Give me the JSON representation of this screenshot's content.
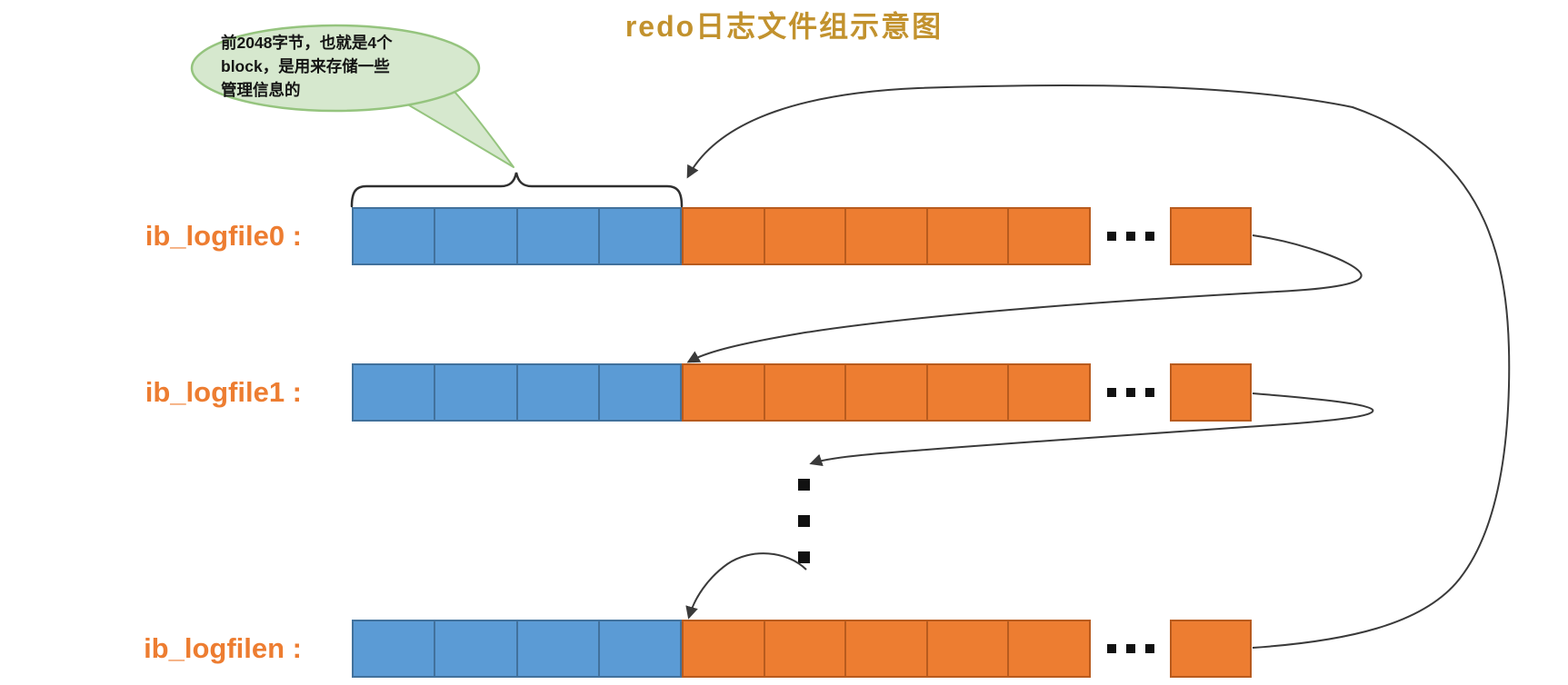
{
  "title": {
    "text": "redo日志文件组示意图"
  },
  "callout": {
    "line1": "前2048字节，也就是4个",
    "line2": "block，是用来存储一些",
    "line3": "管理信息的"
  },
  "rows": [
    {
      "label": "ib_logfile0 :"
    },
    {
      "label": "ib_logfile1 :"
    },
    {
      "label": "ib_logfilen :"
    }
  ],
  "blocks": {
    "blue_per_row": 4,
    "orange_before_ellipsis": 5,
    "orange_after_ellipsis": 1,
    "row_ellipsis": "...",
    "vertical_ellipsis_dots": 3
  },
  "colors": {
    "title": "#C2922E",
    "label": "#ED7D31",
    "blue_fill": "#5B9BD5",
    "blue_border": "#41719C",
    "orange_fill": "#ED7D31",
    "orange_border": "#B85B1E",
    "callout_fill": "#D6E8CE",
    "callout_border": "#95C47E",
    "arrow": "#3A3A3A"
  }
}
